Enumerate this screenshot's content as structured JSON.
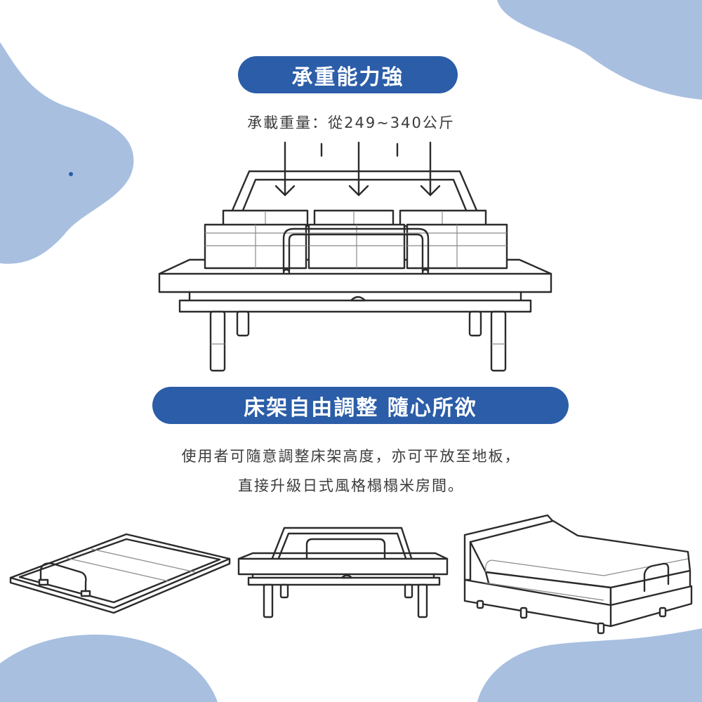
{
  "header_pill": {
    "label": "承重能力強"
  },
  "capacity_caption": "承載重量：從249~340公斤",
  "feature_pill": {
    "label": "床架自由調整 隨心所欲"
  },
  "description": {
    "line1": "使用者可隨意調整床架高度，亦可平放至地板，",
    "line2": "直接升級日式風格榻榻米房間。"
  },
  "colors": {
    "accent": "#2b5da8",
    "blob": "#a8bfe0",
    "text": "#3b3b3b",
    "line": "#2b2b2b"
  },
  "icons": [
    "down-arrow-icon",
    "bed-frame-illustration",
    "flat-bed-illustration",
    "raised-bed-illustration",
    "adjusted-bed-illustration"
  ]
}
